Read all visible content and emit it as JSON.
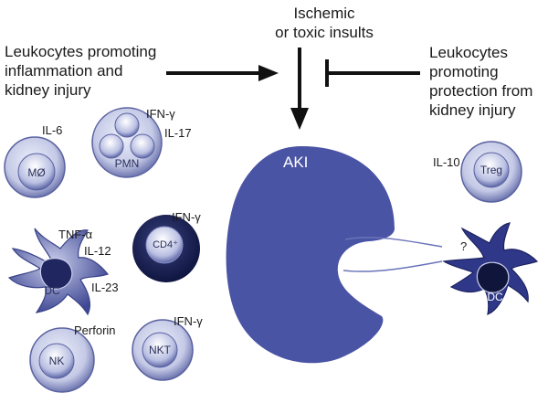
{
  "headings": {
    "inflammation": [
      "Leukocytes promoting",
      "inflammation and",
      "kidney injury"
    ],
    "insults": [
      "Ischemic",
      "or toxic insults"
    ],
    "protection": [
      "Leukocytes",
      "promoting",
      "protection from",
      "kidney injury"
    ]
  },
  "kidney": {
    "label": "AKI",
    "color": "#4a54a4"
  },
  "cells": {
    "macrophage": "MØ",
    "pmn": "PMN",
    "dc_inflammatory": "DC",
    "cd4": "CD4⁺",
    "nk": "NK",
    "nkt": "NKT",
    "treg": "Treg",
    "dc_protective": "DC"
  },
  "cytokines": {
    "il6": "IL-6",
    "ifng": "IFN-γ",
    "il17": "IL-17",
    "tnfa": "TNF-α",
    "il12": "IL-12",
    "il23": "IL-23",
    "perforin": "Perforin",
    "il10": "IL-10",
    "unknown": "?"
  }
}
